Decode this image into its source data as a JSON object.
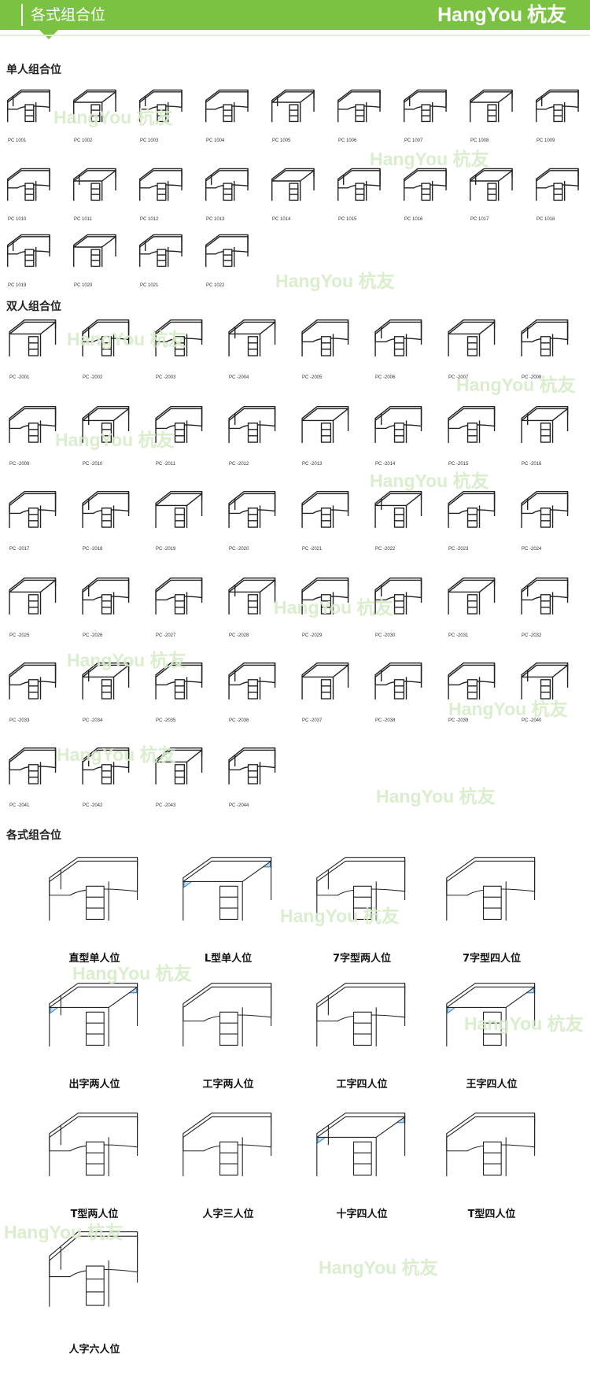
{
  "header": {
    "title": "各式组合位",
    "brand_latin": "HangYou",
    "brand_cn": "杭友",
    "color": "#7cc242"
  },
  "watermark": {
    "text": "HangYou 杭友",
    "color": "#d7ecc8"
  },
  "sections": {
    "single": {
      "title": "单人组合位",
      "items": [
        "PC 1001",
        "PC 1002",
        "PC 1003",
        "PC 1004",
        "PC 1005",
        "PC 1006",
        "PC 1007",
        "PC 1008",
        "PC 1009",
        "PC 1010",
        "PC 1011",
        "PC 1012",
        "PC 1013",
        "PC 1014",
        "PC 1015",
        "PC 1016",
        "PC 1017",
        "PC 1018",
        "PC 1019",
        "PC 1020",
        "PC 1021",
        "PC 1022"
      ]
    },
    "double": {
      "title": "双人组合位",
      "items": [
        "PC -2001",
        "PC -2002",
        "PC -2003",
        "PC -2004",
        "PC -2005",
        "PC -2006",
        "PC -2007",
        "PC -2008",
        "PC -2009",
        "PC -2010",
        "PC -2011",
        "PC -2012",
        "PC -2013",
        "PC -2014",
        "PC -2015",
        "PC -2016",
        "PC -2017",
        "PC -2018",
        "PC -2019",
        "PC -2020",
        "PC -2021",
        "PC -2022",
        "PC -2023",
        "PC -2024",
        "PC -2025",
        "PC -2026",
        "PC -2027",
        "PC -2028",
        "PC -2029",
        "PC -2030",
        "PC -2031",
        "PC -2032",
        "PC -2033",
        "PC -2034",
        "PC -2035",
        "PC -2036",
        "PC -2037",
        "PC -2038",
        "PC -2039",
        "PC -2040",
        "PC -2041",
        "PC -2042",
        "PC -2043",
        "PC -2044"
      ]
    },
    "various": {
      "title": "各式组合位",
      "items": [
        "直型单人位",
        "L型单人位",
        "7字型两人位",
        "7字型四人位",
        "出字两人位",
        "工字两人位",
        "工字四人位",
        "王字四人位",
        "T型两人位",
        "人字三人位",
        "十字四人位",
        "T型四人位",
        "人字六人位"
      ]
    }
  },
  "colors": {
    "line": "#222222",
    "panel_blue": "#4b8fc4",
    "panel_light": "#bcd9ef"
  }
}
